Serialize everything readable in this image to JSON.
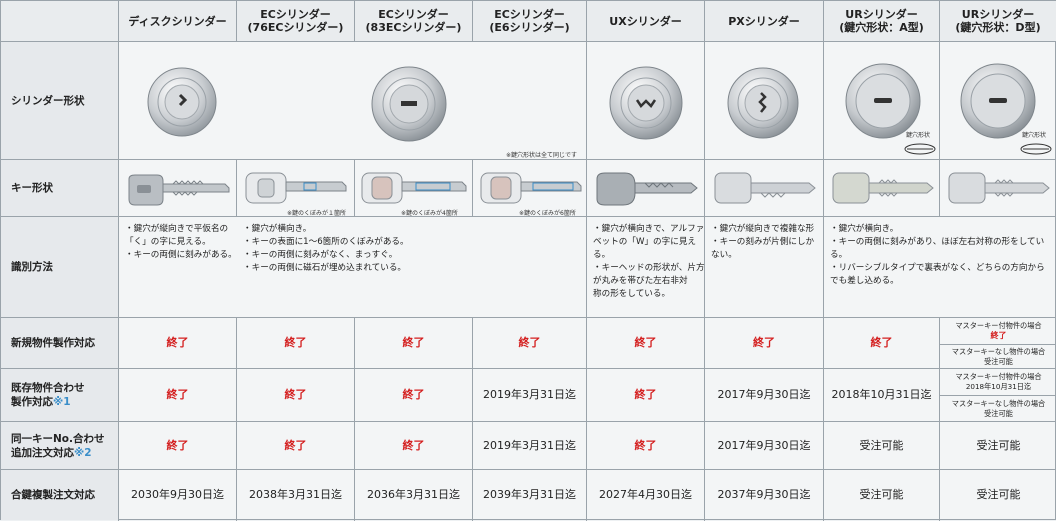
{
  "columns": [
    {
      "line1": "ディスクシリンダー",
      "line2": ""
    },
    {
      "line1": "ECシリンダー",
      "line2": "(76ECシリンダー)"
    },
    {
      "line1": "ECシリンダー",
      "line2": "(83ECシリンダー)"
    },
    {
      "line1": "ECシリンダー",
      "line2": "(E6シリンダー)"
    },
    {
      "line1": "UXシリンダー",
      "line2": ""
    },
    {
      "line1": "PXシリンダー",
      "line2": ""
    },
    {
      "line1": "URシリンダー",
      "line2": "(鍵穴形状：A型)"
    },
    {
      "line1": "URシリンダー",
      "line2": "(鍵穴形状：D型)"
    }
  ],
  "row_labels": {
    "cylinder_shape": "シリンダー形状",
    "key_shape": "キー形状",
    "identification": "識別方法",
    "new_property_line1": "新規物件製作対応",
    "existing_line1": "既存物件合わせ",
    "existing_line2": "製作対応",
    "existing_note": "※1",
    "same_key_line1": "同一キーNo.合わせ",
    "same_key_line2": "追加注文対応",
    "same_key_note": "※2",
    "duplicate_line1": "合鍵複製注文対応"
  },
  "annotations": {
    "same_shape_note": "※鍵穴形状は全て同じです",
    "dimples_1": "※鍵のくぼみが１箇所",
    "dimples_4": "※鍵のくぼみが4箇所",
    "dimples_6": "※鍵のくぼみが6箇所",
    "keyhole_shape_a": "鍵穴形状",
    "keyhole_shape_d": "鍵穴形状"
  },
  "identification": {
    "disc": [
      "・鍵穴が縦向きで平仮名の",
      "「く」の字に見える。",
      "・キーの両側に刻みがある。"
    ],
    "ec": [
      "・鍵穴が横向き。",
      "・キーの表面に1～6箇所のくぼみがある。",
      "・キーの両側に刻みがなく、まっすぐ。",
      "・キーの両側に磁石が埋め込まれている。"
    ],
    "ux": [
      "・鍵穴が横向きで、アルファ",
      "ベットの「W」の字に見え",
      "る。",
      "・キーヘッドの形状が、片方",
      "が丸みを帯びた左右非対",
      "称の形をしている。"
    ],
    "px": [
      "・鍵穴が縦向きで複雑な形",
      "・キーの刻みが片側にしか",
      "ない。"
    ],
    "ur": [
      "・鍵穴が横向き。",
      "・キーの両側に刻みがあり、ほぼ左右対称の形をしてい",
      "る。",
      "・リバーシブルタイプで裏表がなく、どちらの方向から",
      "でも差し込める。"
    ]
  },
  "new_property": [
    "終了",
    "終了",
    "終了",
    "終了",
    "終了",
    "終了",
    "終了"
  ],
  "existing": [
    "終了",
    "終了",
    "終了",
    "2019年3月31日迄",
    "終了",
    "2017年9月30日迄",
    "2018年10月31日迄"
  ],
  "same_key": [
    "終了",
    "終了",
    "終了",
    "2019年3月31日迄",
    "終了",
    "2017年9月30日迄",
    "受注可能",
    "受注可能"
  ],
  "duplicate": [
    "2030年9月30日迄",
    "2038年3月31日迄",
    "2036年3月31日迄",
    "2039年3月31日迄",
    "2027年4月30日迄",
    "2037年9月30日迄",
    "受注可能",
    "受注可能"
  ],
  "ur_d_sub": {
    "new_a1": "マスターキー付物件の場合",
    "new_a2": "終了",
    "new_b1": "マスターキーなし物件の場合",
    "new_b2": "受注可能",
    "exist_a1": "マスターキー付物件の場合",
    "exist_a2": "2018年10月31日迄",
    "exist_b1": "マスターキーなし物件の場合",
    "exist_b2": "受注可能"
  },
  "colors": {
    "ended": "#d42020",
    "note": "#3a8ec9",
    "grid": "#9aa3aa"
  }
}
